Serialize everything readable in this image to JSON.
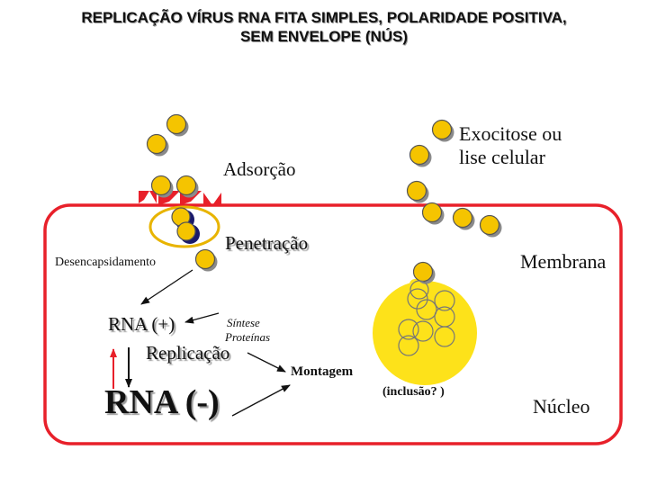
{
  "title": {
    "line1": "REPLICAÇÃO VÍRUS  RNA FITA SIMPLES, POLARIDADE POSITIVA,",
    "line2": "SEM ENVELOPE (NÚS)"
  },
  "labels": {
    "adsorcao": "Adsorção",
    "exocitose_line1": "Exocitose ou",
    "exocitose_line2": "lise celular",
    "penetracao": "Penetração",
    "desencapsidamento": "Desencapsidamento",
    "membrana": "Membrana",
    "rna_pos": "RNA (+)",
    "sintese": "Síntese",
    "proteinas": "Proteínas",
    "replicacao": "Replicação",
    "montagem": "Montagem",
    "rna_neg": "RNA (-)",
    "inclusao": "(inclusão? )",
    "nucleo": "Núcleo"
  },
  "colors": {
    "membrane": "#e8202a",
    "receptor": "#e8202a",
    "virion": "#f5c400",
    "inclusion": "#fde21a",
    "uncoating_ring": "#e8b400",
    "capsid_dark": "#1a1a6a",
    "outline": "#555555"
  }
}
